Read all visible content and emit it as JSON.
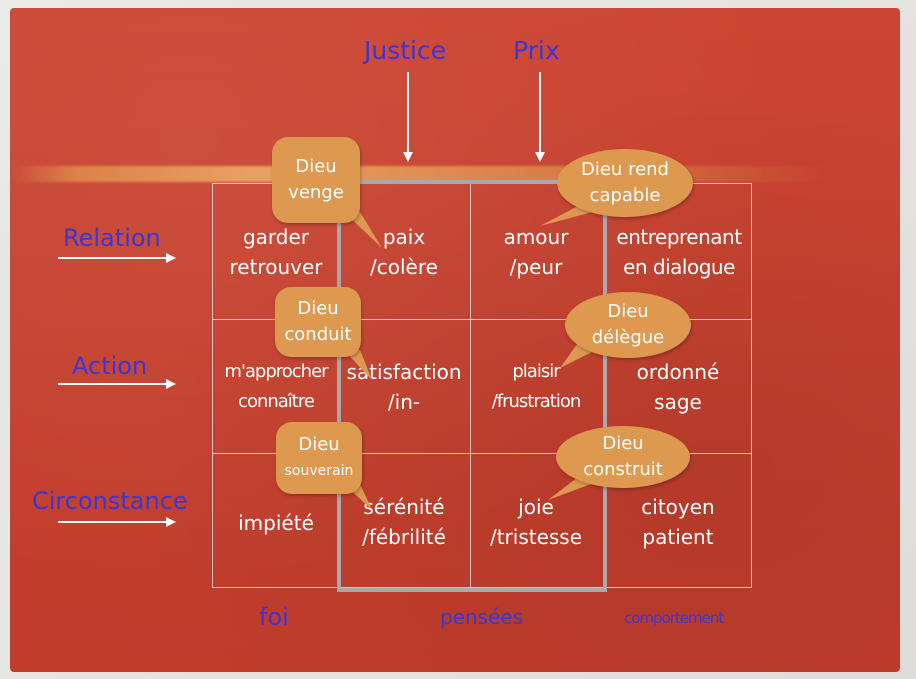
{
  "top_labels": {
    "justice": "Justice",
    "prix": "Prix"
  },
  "row_labels": {
    "relation": "Relation",
    "action": "Action",
    "circonstance": "Circonstance"
  },
  "column_labels": {
    "foi": "foi",
    "pensees": "pensées",
    "comportement": "comportement"
  },
  "cells": {
    "r1c1": [
      "garder",
      "retrouver"
    ],
    "r1c2": [
      "paix",
      "/colère"
    ],
    "r1c3": [
      "amour",
      "/peur"
    ],
    "r1c4": [
      "entreprenant",
      "en dialogue"
    ],
    "r2c1": [
      "m'approcher",
      "connaître"
    ],
    "r2c2": [
      "satisfaction",
      "/in-"
    ],
    "r2c3": [
      "plaisir",
      "/frustration"
    ],
    "r2c4": [
      "ordonné",
      "sage"
    ],
    "r3c1": [
      "impiété"
    ],
    "r3c2": [
      "sérénité",
      "/fébrilité"
    ],
    "r3c3": [
      "joie",
      "/tristesse"
    ],
    "r3c4": [
      "citoyen",
      "patient"
    ]
  },
  "bubbles": {
    "venge": [
      "Dieu",
      "venge"
    ],
    "rend_capable": [
      "Dieu rend",
      "capable"
    ],
    "conduit": [
      "Dieu",
      "conduit"
    ],
    "delegue": [
      "Dieu",
      "délègue"
    ],
    "souverain": [
      "Dieu",
      "souverain"
    ],
    "construit": [
      "Dieu",
      "construit"
    ]
  },
  "colors": {
    "background": "#c9412f",
    "label_blue": "#3b35d6",
    "bubble": "#dd9950",
    "cell_text": "#ffffff",
    "highlight_box": "#a9a9a9"
  }
}
